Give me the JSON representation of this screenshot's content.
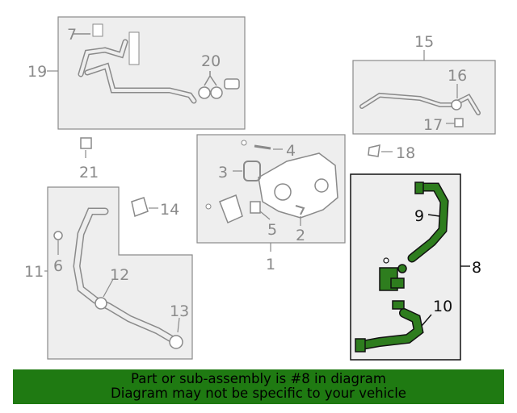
{
  "callouts": {
    "c1": "1",
    "c2": "2",
    "c3": "3",
    "c4": "4",
    "c5": "5",
    "c6": "6",
    "c7": "7",
    "c8": "8",
    "c9": "9",
    "c10": "10",
    "c11": "11",
    "c12": "12",
    "c13": "13",
    "c14": "14",
    "c15": "15",
    "c16": "16",
    "c17": "17",
    "c18": "18",
    "c19": "19",
    "c20": "20",
    "c21": "21"
  },
  "banner": {
    "line1": "Part or sub-assembly is #8 in diagram",
    "line2": "Diagram may not be specific to your vehicle"
  },
  "colors": {
    "highlight_green": "#1f7a12",
    "box_fill": "#eeeeee",
    "part_outline": "#8a8a8a",
    "highlighted_part": "#2e7d1e"
  }
}
